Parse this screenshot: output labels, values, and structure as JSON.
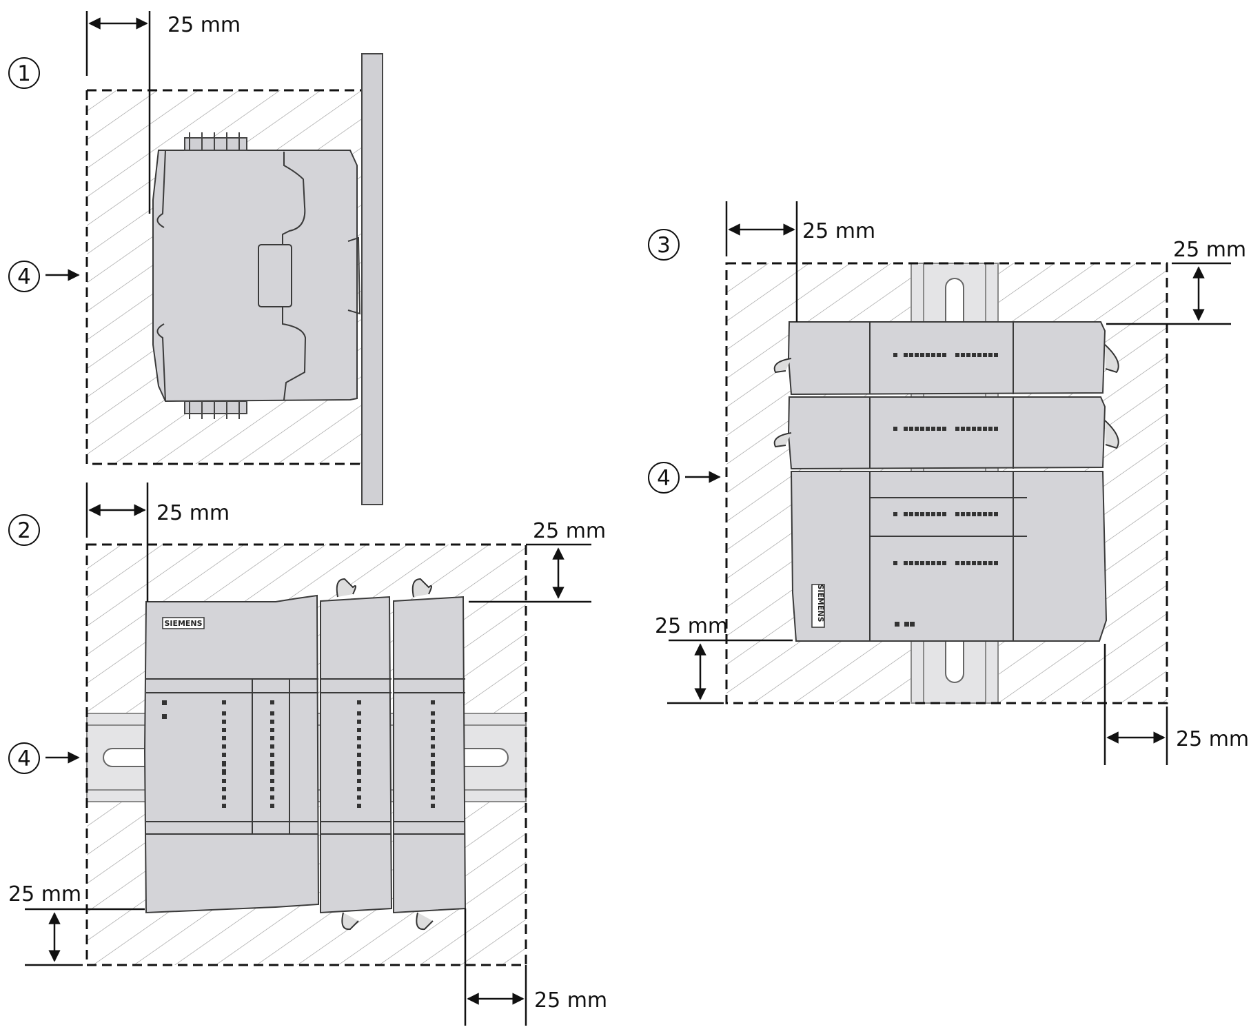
{
  "callouts": {
    "c1": "1",
    "c2": "2",
    "c3": "3",
    "c4a": "4",
    "c4b": "4",
    "c4c": "4"
  },
  "dimensions": {
    "d1_top": "25 mm",
    "d2_left": "25 mm",
    "d2_top": "25 mm",
    "d2_bottom": "25 mm",
    "d2_right": "25 mm",
    "d3_left": "25 mm",
    "d3_top": "25 mm",
    "d3_bottom": "25 mm",
    "d3_right": "25 mm"
  },
  "brand_plate": {
    "text2": "SIEMENS",
    "text3": "SIEMENS"
  }
}
